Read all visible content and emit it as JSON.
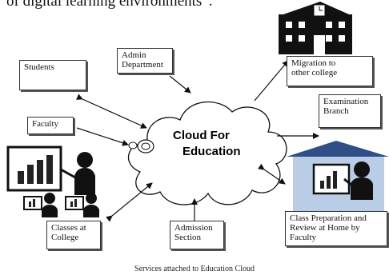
{
  "top_text": "of digital learning environments”.",
  "cloud_title_line1": "Cloud For",
  "cloud_title_line2": "Education",
  "nodes": {
    "students": "Students",
    "admin": "Admin\nDepartment",
    "migration": "Migration to\nother college",
    "faculty": "Faculty",
    "examination": "Examination\nBranch",
    "classes": "Classes at\nCollege",
    "admission": "Admission\nSection",
    "home_prep": "Class Preparation and\nReview at Home by\nFaculty"
  },
  "caption": "Services attached to Education Cloud",
  "colors": {
    "building": "#111111",
    "house_body": "#b9cde6",
    "house_roof": "#2f4f86",
    "chart_bar": "#222222"
  },
  "icons": [
    "college-building-icon",
    "classroom-presentation-icon",
    "home-study-icon"
  ]
}
